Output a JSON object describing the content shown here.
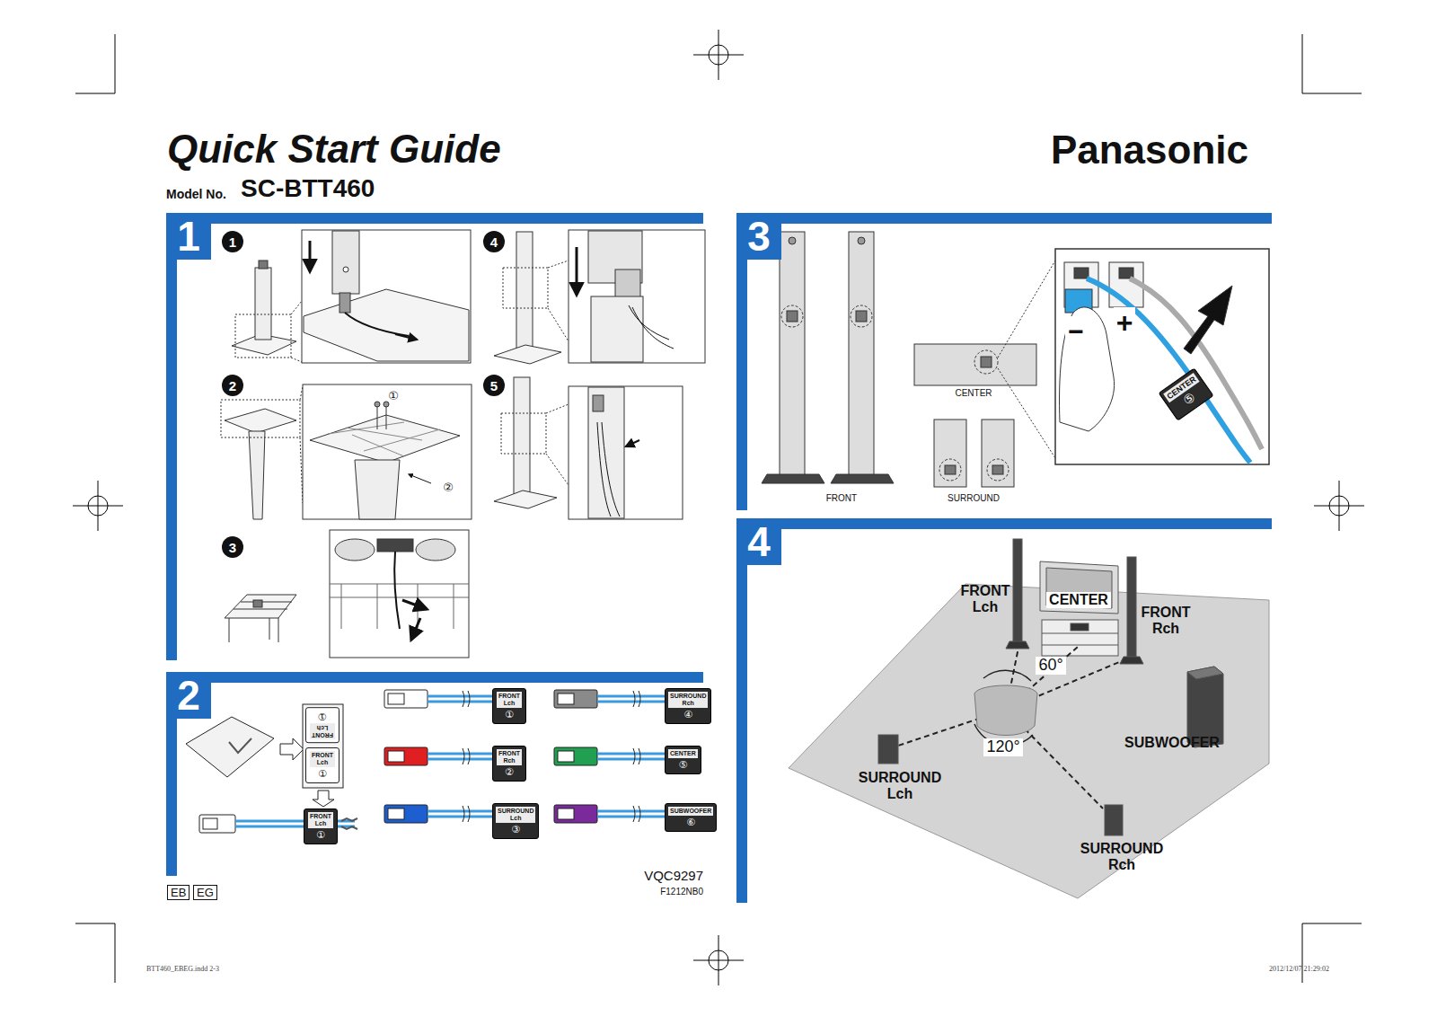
{
  "diagram": {
    "title": "Quick Start Guide",
    "nodes": [
      {
        "text": [
          "1"
        ]
      },
      {
        "text": [
          "1"
        ]
      },
      {
        "text": [
          "2"
        ]
      },
      {
        "text": [
          "3"
        ]
      },
      {
        "text": [
          "4"
        ]
      },
      {
        "text": [
          "5"
        ]
      },
      {
        "text": [
          "2"
        ]
      },
      {
        "text": [
          "FRONT Lch",
          "①"
        ]
      },
      {
        "text": [
          "FRONT Lch",
          "①"
        ]
      },
      {
        "text": [
          "FRONT Lch",
          "①"
        ]
      },
      {
        "text": [
          "FRONT Lch",
          "①"
        ]
      },
      {
        "text": [
          "SURROUND Rch",
          "④"
        ]
      },
      {
        "text": [
          "FRONT Rch",
          "②"
        ]
      },
      {
        "text": [
          "CENTER",
          "⑤"
        ]
      },
      {
        "text": [
          "SURROUND Lch",
          "③"
        ]
      },
      {
        "text": [
          "SUBWOOFER",
          "⑥"
        ]
      },
      {
        "text": [
          "EB"
        ]
      },
      {
        "text": [
          "EG"
        ]
      },
      {
        "text": [
          "3"
        ]
      },
      {
        "text": [
          "CENTER",
          "⑤"
        ]
      },
      {
        "text": [
          "4"
        ]
      }
    ],
    "labels": [
      "Model No.",
      "SC-BTT460",
      "Panasonic",
      "①",
      "②",
      "VQC9297",
      "F1212NB0",
      "FRONT",
      "CENTER",
      "SURROUND",
      "−",
      "+",
      "FRONT Lch",
      "CENTER",
      "FRONT Rch",
      "60°",
      "120°",
      "SUBWOOFER",
      "SURROUND Lch",
      "SURROUND Rch",
      "BTT460_EBEG.indd 2-3",
      "2012/12/07 21:29:02"
    ]
  }
}
